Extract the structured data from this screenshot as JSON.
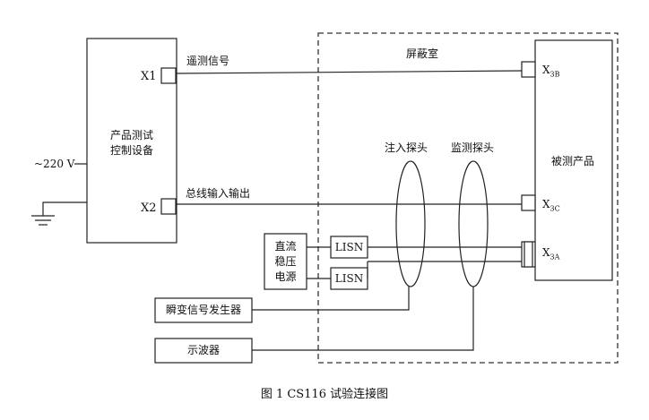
{
  "labels": {
    "controller": "产品测试\n控制设备",
    "x1": "X1",
    "x2": "X2",
    "voltage": "~220 V",
    "telemetry": "遥测信号",
    "bus": "总线输入输出",
    "shield_room": "屏蔽室",
    "inject_probe": "注入探头",
    "monitor_probe": "监测探头",
    "dut": "被测产品",
    "x3b_main": "X",
    "x3b_sub": "3B",
    "x3c_main": "X",
    "x3c_sub": "3C",
    "x3a_main": "X",
    "x3a_sub": "3A",
    "psu": "直流\n稳压\n电源",
    "lisn1": "LISN",
    "lisn2": "LISN",
    "transient_gen": "瞬变信号发生器",
    "oscilloscope": "示波器",
    "caption": "图 1 CS116 试验连接图"
  }
}
